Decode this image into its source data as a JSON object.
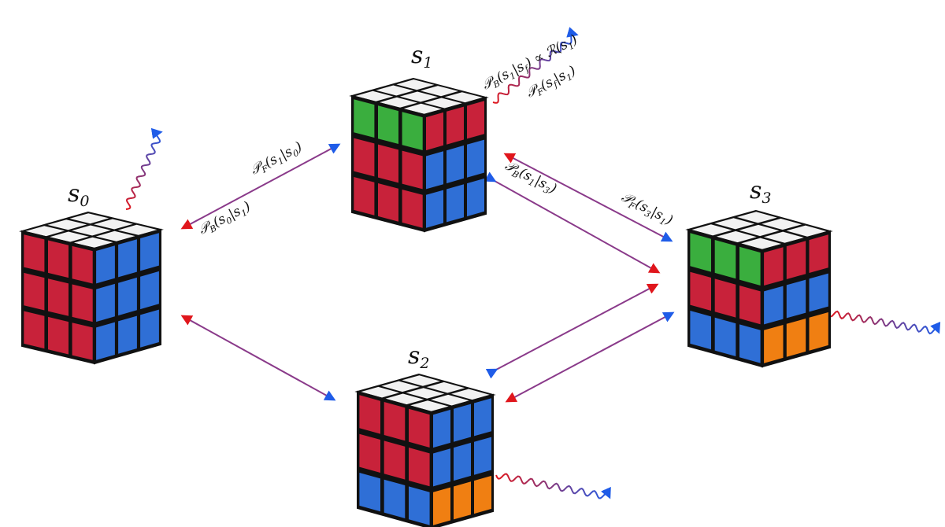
{
  "colors": {
    "white": "#f2f2f2",
    "red": "#c8223a",
    "blue": "#2f6fd6",
    "green": "#3aae3e",
    "orange": "#f07f12",
    "edge": "#111111",
    "arrow_red": "#e0161c",
    "arrow_blue": "#1f5ce8"
  },
  "states": [
    {
      "id": "s0",
      "base": "s",
      "sub": "0",
      "faces": {
        "top": [
          "w",
          "w",
          "w",
          "w",
          "w",
          "w",
          "w",
          "w",
          "w"
        ],
        "left": [
          "r",
          "r",
          "r",
          "r",
          "r",
          "r",
          "r",
          "r",
          "r"
        ],
        "right": [
          "b",
          "b",
          "b",
          "b",
          "b",
          "b",
          "b",
          "b",
          "b"
        ]
      }
    },
    {
      "id": "s1",
      "base": "s",
      "sub": "1",
      "faces": {
        "top": [
          "w",
          "w",
          "w",
          "w",
          "w",
          "w",
          "w",
          "w",
          "w"
        ],
        "left": [
          "g",
          "g",
          "g",
          "r",
          "r",
          "r",
          "r",
          "r",
          "r"
        ],
        "right": [
          "r",
          "r",
          "r",
          "b",
          "b",
          "b",
          "b",
          "b",
          "b"
        ]
      }
    },
    {
      "id": "s2",
      "base": "s",
      "sub": "2",
      "faces": {
        "top": [
          "w",
          "w",
          "w",
          "w",
          "w",
          "w",
          "w",
          "w",
          "w"
        ],
        "left": [
          "r",
          "r",
          "r",
          "r",
          "r",
          "r",
          "b",
          "b",
          "b"
        ],
        "right": [
          "b",
          "b",
          "b",
          "b",
          "b",
          "b",
          "o",
          "o",
          "o"
        ]
      }
    },
    {
      "id": "s3",
      "base": "s",
      "sub": "3",
      "faces": {
        "top": [
          "w",
          "w",
          "w",
          "w",
          "w",
          "w",
          "w",
          "w",
          "w"
        ],
        "left": [
          "g",
          "g",
          "g",
          "r",
          "r",
          "r",
          "b",
          "b",
          "b"
        ],
        "right": [
          "r",
          "r",
          "r",
          "b",
          "b",
          "b",
          "o",
          "o",
          "o"
        ]
      }
    }
  ],
  "edge_labels": {
    "pf_s1_s0": {
      "P": "𝒫",
      "sub": "F",
      "arg": "s",
      "argsub": "1",
      "bar": "|",
      "cond": "s",
      "condsub": "0"
    },
    "pb_s0_s1": {
      "P": "𝒫",
      "sub": "B",
      "arg": "s",
      "argsub": "0",
      "bar": "|",
      "cond": "s",
      "condsub": "1"
    },
    "pb_s1_s3": {
      "P": "𝒫",
      "sub": "B",
      "arg": "s",
      "argsub": "1",
      "bar": "|",
      "cond": "s",
      "condsub": "3"
    },
    "pf_s3_s1": {
      "P": "𝒫",
      "sub": "F",
      "arg": "s",
      "argsub": "3",
      "bar": "|",
      "cond": "s",
      "condsub": "1"
    },
    "pf_sf_s1": {
      "P": "𝒫",
      "sub": "F",
      "arg": "s",
      "argsub": "f",
      "bar": "|",
      "cond": "s",
      "condsub": "1"
    },
    "pb_s1_sf": {
      "P": "𝒫",
      "sub": "B",
      "arg": "s",
      "argsub": "1",
      "bar": "|",
      "cond": "s",
      "condsub": "f",
      "prop": " ∝ ",
      "reward": "ℛ",
      "rarg": "s",
      "rargsub": "1"
    }
  }
}
